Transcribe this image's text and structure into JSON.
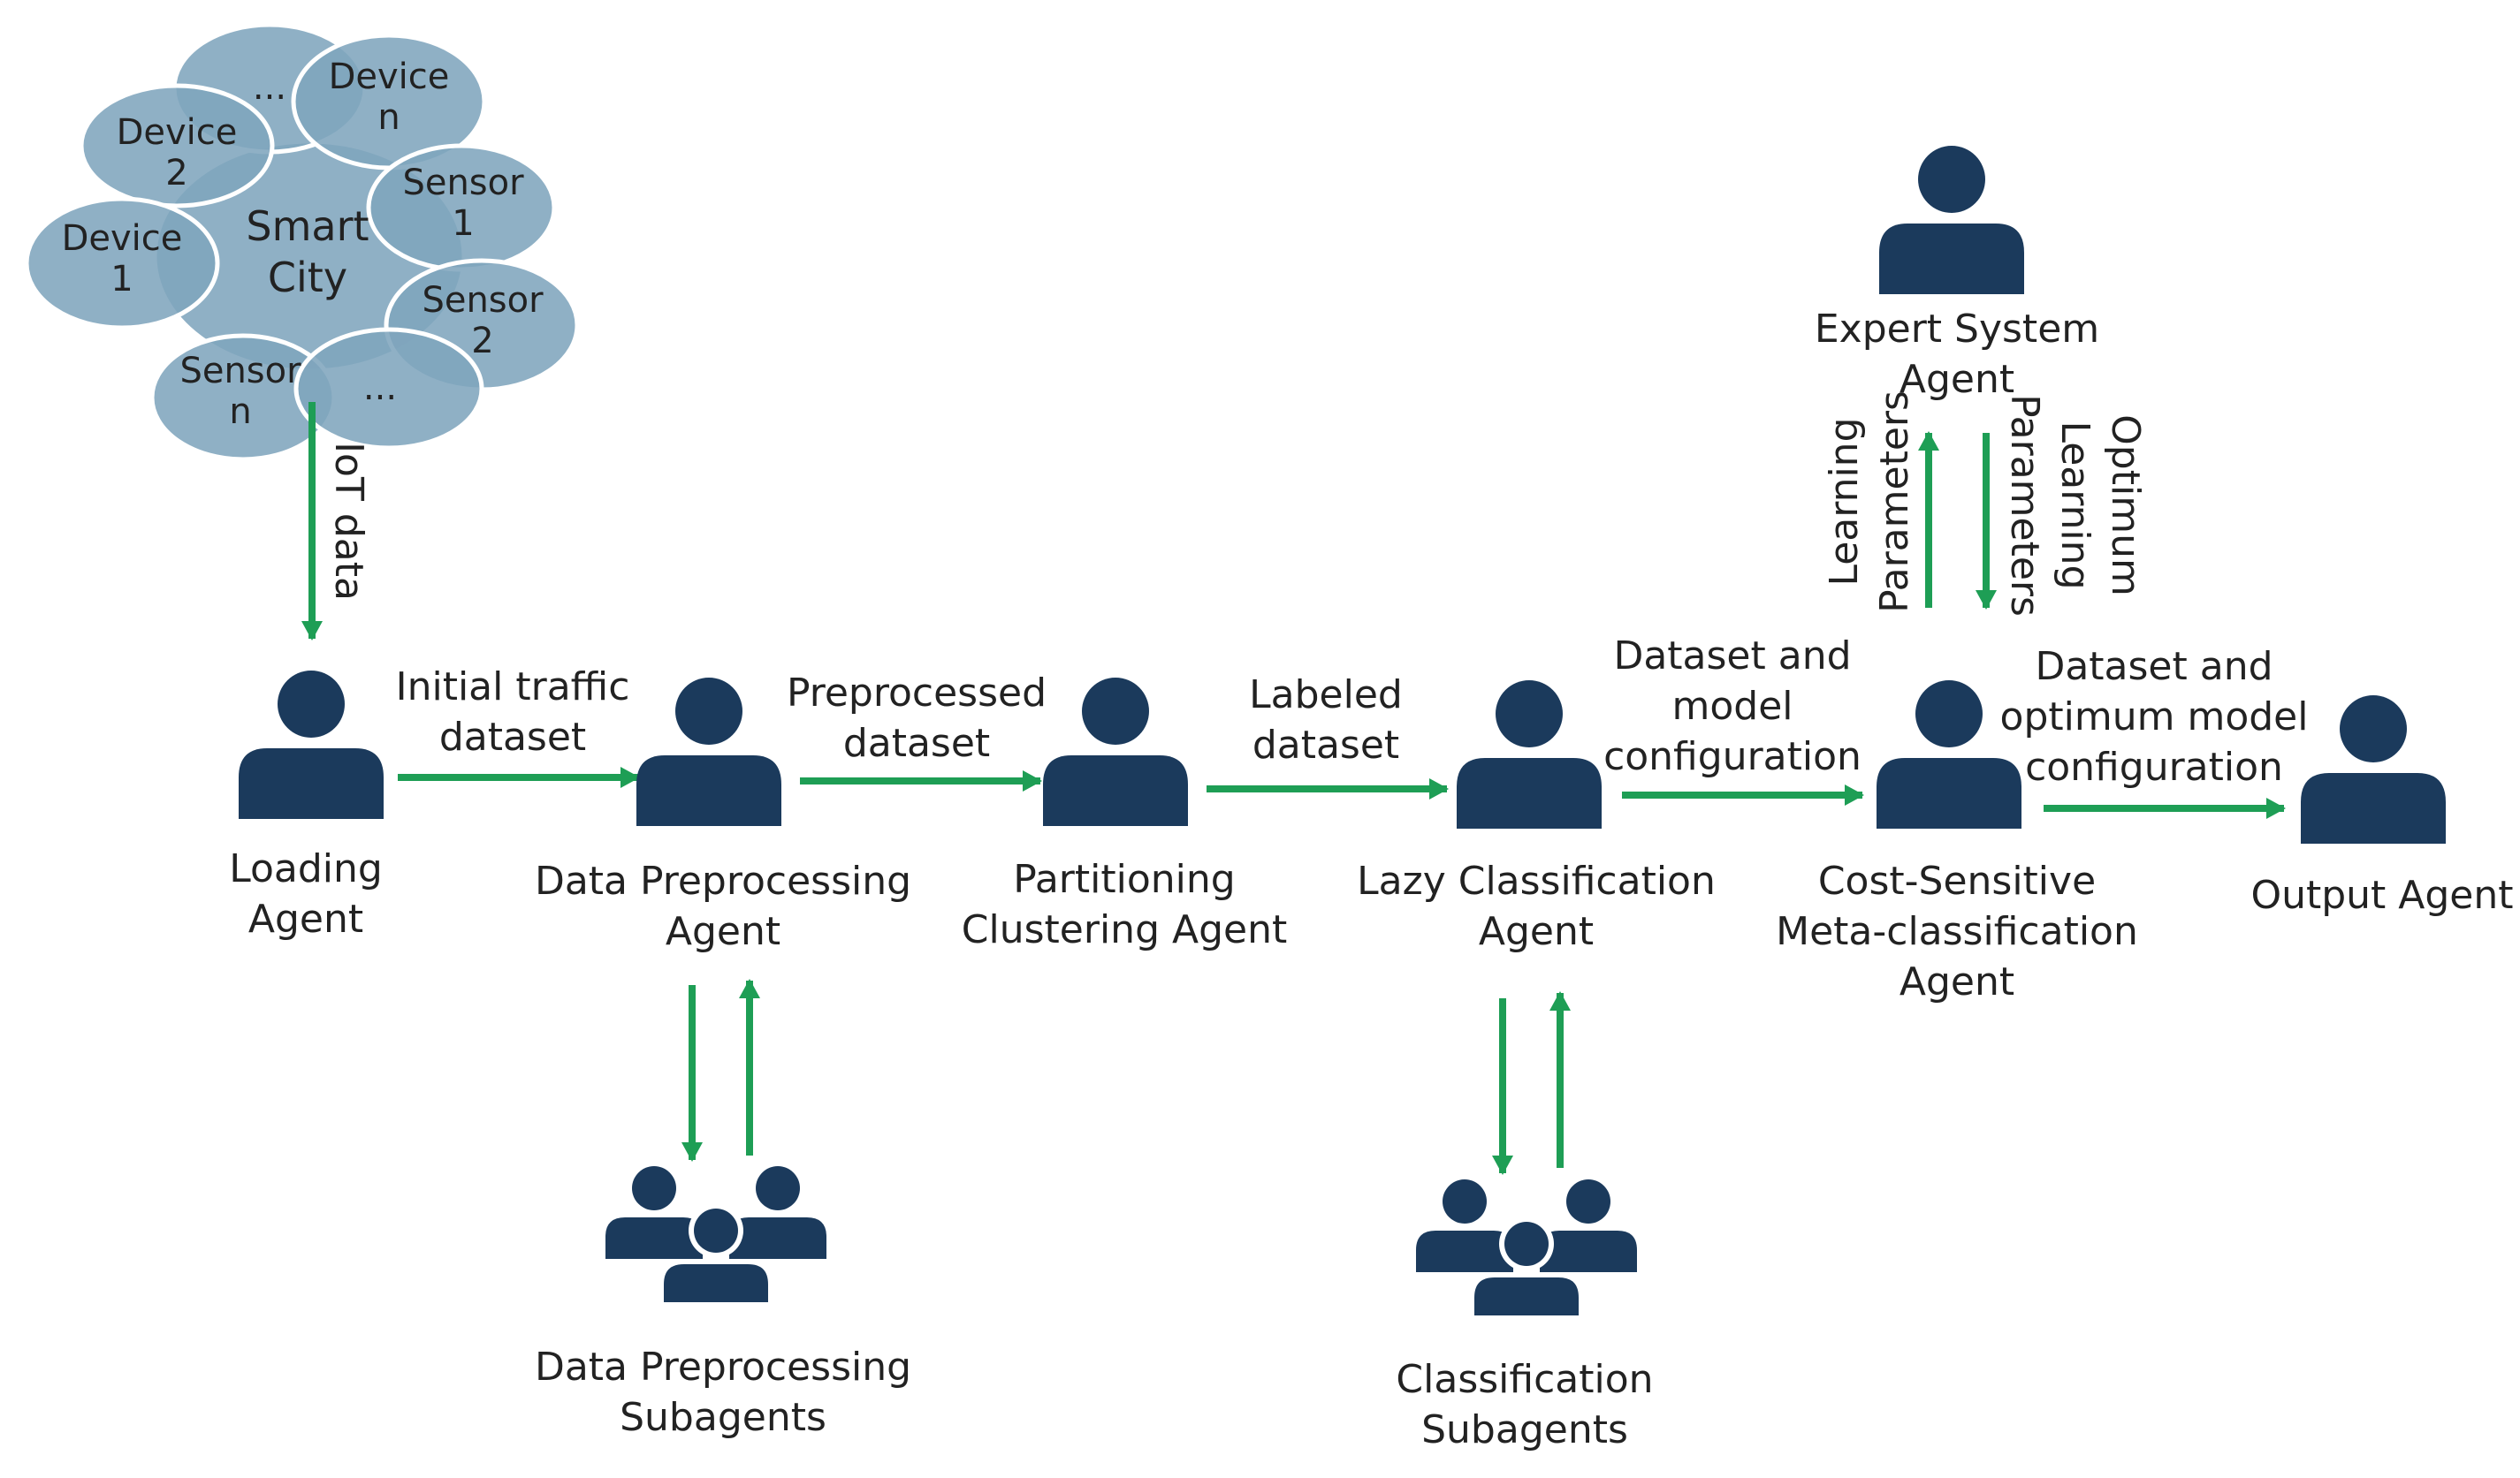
{
  "colors": {
    "agent": "#1b3a5c",
    "arrow": "#1e9e55",
    "cloud_fill": "#7fa5bd",
    "cloud_stroke": "#ffffff",
    "text": "#222222"
  },
  "cloud": {
    "center": [
      "Smart",
      "City"
    ],
    "nodes": [
      {
        "id": "ellipsis-top",
        "lines": [
          "..."
        ]
      },
      {
        "id": "device-n",
        "lines": [
          "Device",
          "n"
        ]
      },
      {
        "id": "device-2",
        "lines": [
          "Device",
          "2"
        ]
      },
      {
        "id": "sensor-1",
        "lines": [
          "Sensor",
          "1"
        ]
      },
      {
        "id": "device-1",
        "lines": [
          "Device",
          "1"
        ]
      },
      {
        "id": "sensor-2",
        "lines": [
          "Sensor",
          "2"
        ]
      },
      {
        "id": "sensor-n",
        "lines": [
          "Sensor",
          "n"
        ]
      },
      {
        "id": "ellipsis-bottom",
        "lines": [
          "..."
        ]
      }
    ]
  },
  "agents": [
    {
      "id": "loading",
      "lines": [
        "Loading",
        "Agent"
      ],
      "icon": "person-icon"
    },
    {
      "id": "data-preprocessing",
      "lines": [
        "Data Preprocessing",
        "Agent"
      ],
      "icon": "person-icon"
    },
    {
      "id": "partitioning-clustering",
      "lines": [
        "Partitioning",
        "Clustering Agent"
      ],
      "icon": "person-icon"
    },
    {
      "id": "lazy-classification",
      "lines": [
        "Lazy Classification",
        "Agent"
      ],
      "icon": "person-icon"
    },
    {
      "id": "cost-sensitive",
      "lines": [
        "Cost-Sensitive",
        "Meta-classification",
        "Agent"
      ],
      "icon": "person-icon"
    },
    {
      "id": "output",
      "lines": [
        "Output Agent"
      ],
      "icon": "person-icon"
    },
    {
      "id": "expert-system",
      "lines": [
        "Expert System",
        "Agent"
      ],
      "icon": "person-icon"
    }
  ],
  "subagents": [
    {
      "id": "data-preprocessing-subagents",
      "lines": [
        "Data Preprocessing",
        "Subagents"
      ],
      "icon": "group-icon"
    },
    {
      "id": "classification-subagents",
      "lines": [
        "Classification",
        "Subagents"
      ],
      "icon": "group-icon"
    }
  ],
  "flows": [
    {
      "id": "iot-data",
      "lines": [
        "IoT data"
      ]
    },
    {
      "id": "initial-traffic",
      "lines": [
        "Initial traffic",
        "dataset"
      ]
    },
    {
      "id": "preprocessed",
      "lines": [
        "Preprocessed",
        "dataset"
      ]
    },
    {
      "id": "labeled",
      "lines": [
        "Labeled",
        "dataset"
      ]
    },
    {
      "id": "dataset-model-config",
      "lines": [
        "Dataset and",
        "model",
        "configuration"
      ]
    },
    {
      "id": "dataset-optimum-config",
      "lines": [
        "Dataset and",
        "optimum model",
        "configuration"
      ]
    },
    {
      "id": "learning-parameters",
      "lines": [
        "Learning",
        "Parameters"
      ]
    },
    {
      "id": "optimum-learning-parameters",
      "lines": [
        "Optimum",
        "Learning",
        "Parameters"
      ]
    }
  ]
}
